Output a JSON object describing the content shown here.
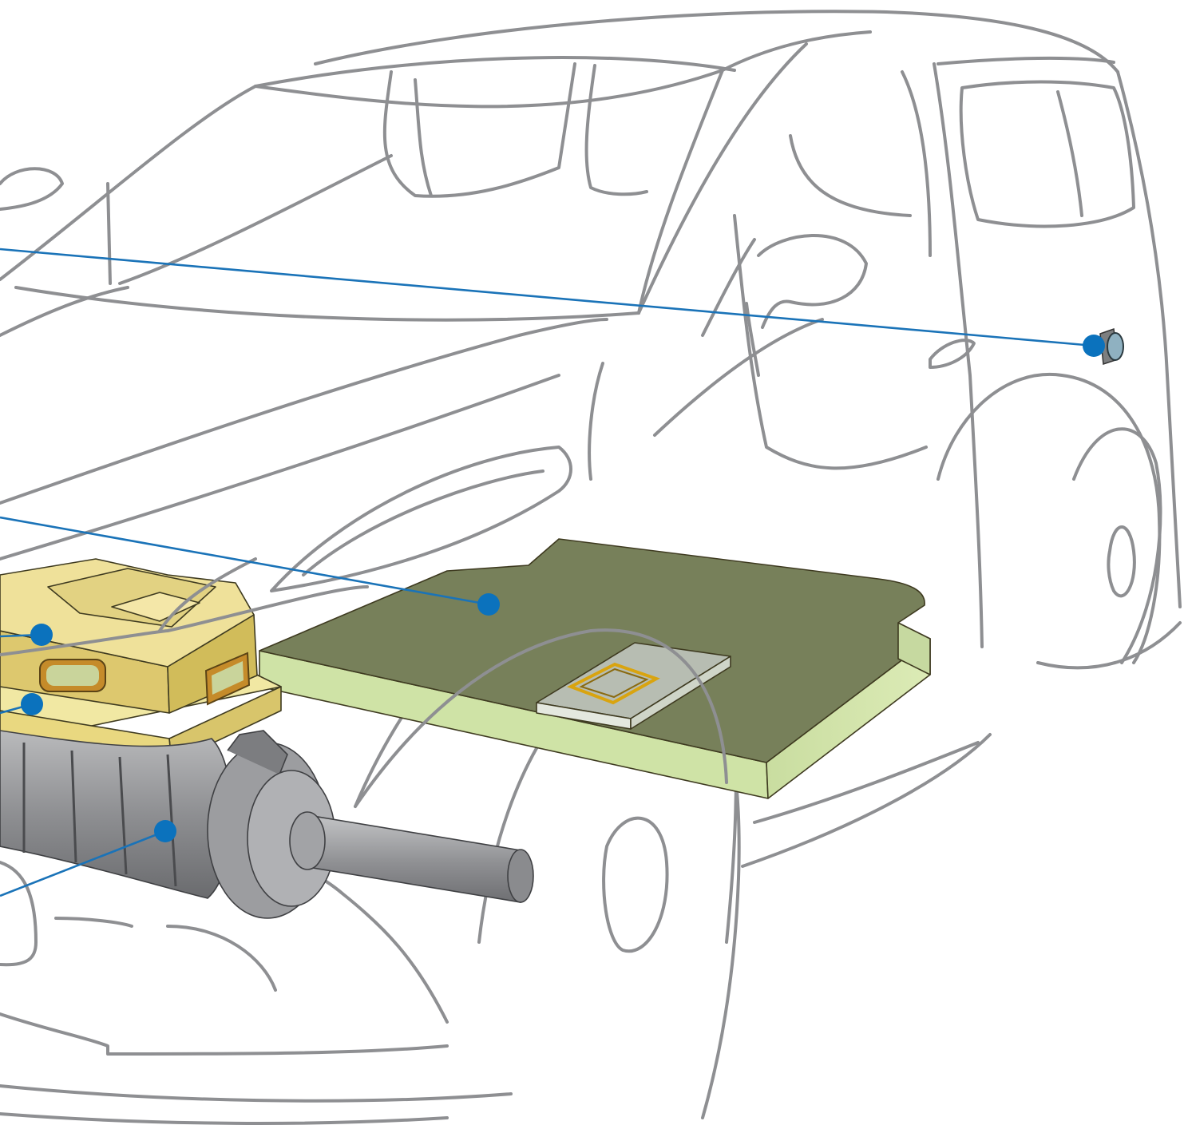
{
  "colors": {
    "outline": "#8e8f92",
    "leader": "#1a73b8",
    "marker": "#0b72bd",
    "battery_top": "#77805a",
    "battery_side": "#cfe3a6",
    "controller": "#e9d880",
    "motor": "#8b8c8f",
    "charge_port": "#9aa0a3"
  },
  "icons": [
    "car-outline-icon",
    "battery-pack-icon",
    "power-controller-icon",
    "electric-motor-icon",
    "charge-port-icon",
    "connector-icon"
  ],
  "callouts": [
    {
      "id": "charge-port",
      "marker": "marker-dot"
    },
    {
      "id": "battery-pack",
      "marker": "marker-dot"
    },
    {
      "id": "power-controller",
      "marker": "marker-dot"
    },
    {
      "id": "controller-base",
      "marker": "marker-dot"
    },
    {
      "id": "electric-motor",
      "marker": "marker-dot"
    }
  ]
}
